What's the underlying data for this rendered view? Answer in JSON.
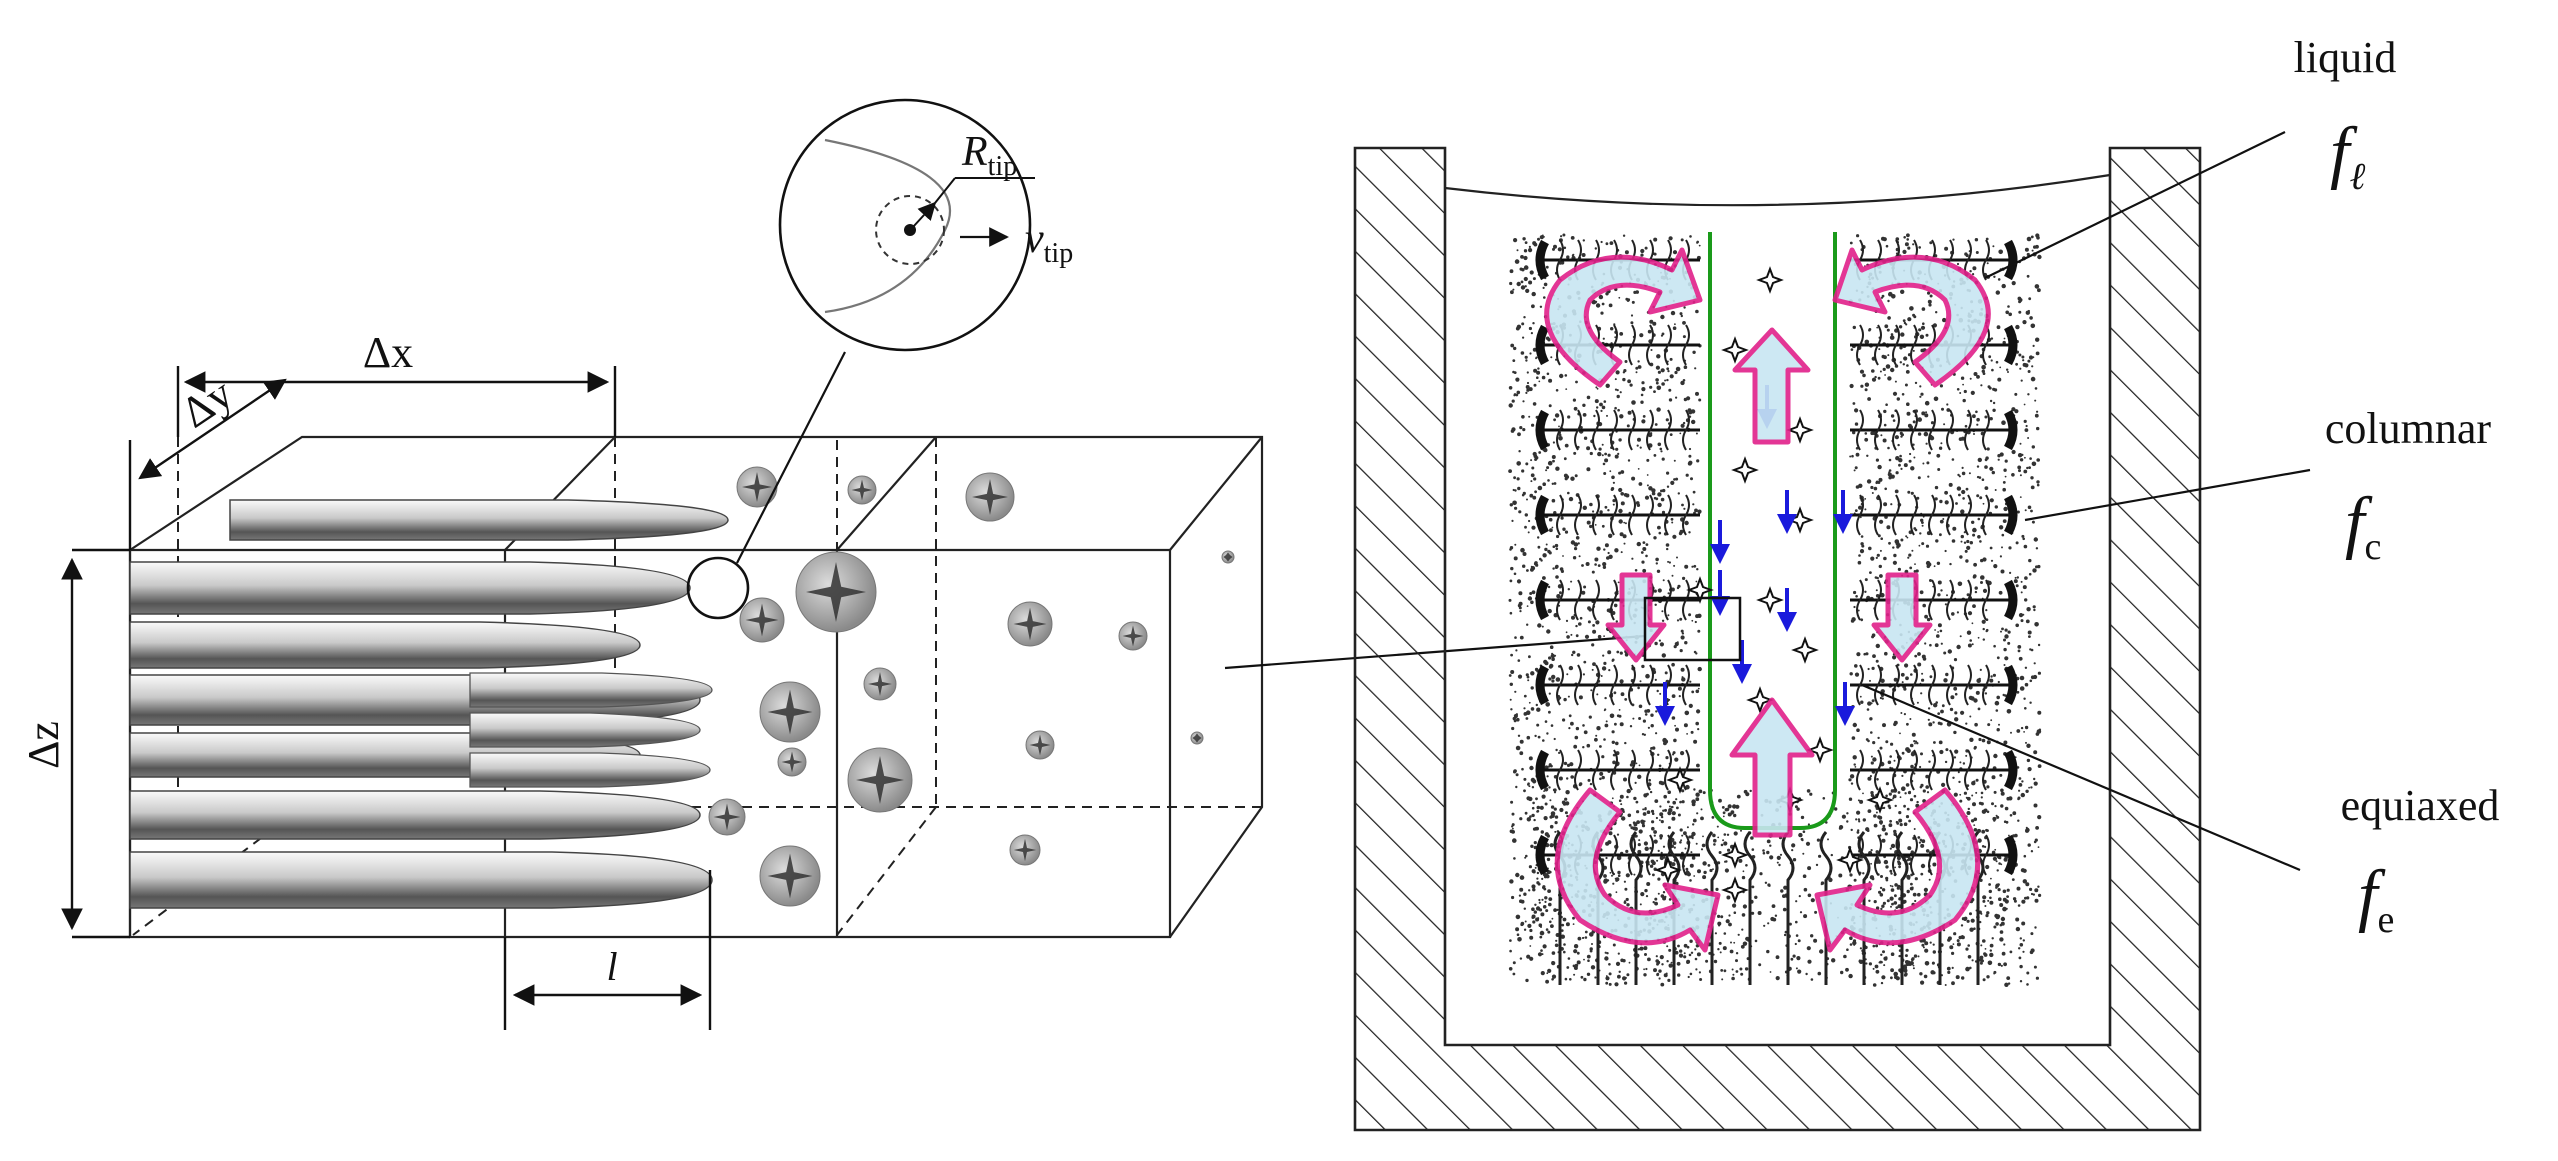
{
  "left_panel": {
    "dims": {
      "dx": "Δx",
      "dy": "Δy",
      "dz": "Δz",
      "l": "l"
    },
    "tip_inset": {
      "r_main": "R",
      "r_sub": "tip",
      "v_main": "v",
      "v_sub": "tip"
    }
  },
  "right_panel": {
    "labels": [
      {
        "word": "liquid",
        "sym": "f",
        "sub": "ℓ"
      },
      {
        "word": "columnar",
        "sym": "f",
        "sub": "c"
      },
      {
        "word": "equiaxed",
        "sym": "f",
        "sub": "e"
      }
    ]
  },
  "colors": {
    "flow_arrow_stroke": "#e0218a",
    "flow_arrow_fill": "#c8e6f2",
    "settling_arrow": "#1a1adc",
    "channel_outline": "#1a9a1a",
    "stipple": "#333333"
  }
}
